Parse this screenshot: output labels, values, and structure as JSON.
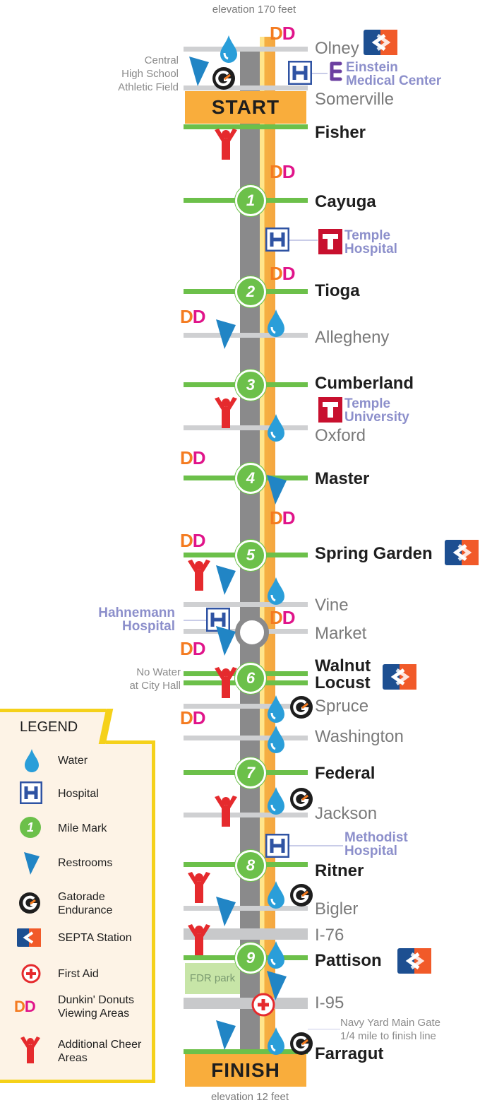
{
  "map": {
    "elevation_top": "elevation 170 feet",
    "elevation_bottom": "elevation 12 feet",
    "start_label": "START",
    "finish_label": "FINISH",
    "central_hs_label": [
      "Central",
      "High School",
      "Athletic Field"
    ],
    "einstein_label": [
      "Einstein",
      "Medical Center"
    ],
    "temple_hospital_label": [
      "Temple",
      "Hospital"
    ],
    "temple_university_label": [
      "Temple",
      "University"
    ],
    "hahnemann_label": [
      "Hahnemann",
      "Hospital"
    ],
    "no_water_label": [
      "No Water",
      "at City Hall"
    ],
    "methodist_label": [
      "Methodist",
      "Hospital"
    ],
    "navy_yard_label": [
      "Navy Yard Main Gate",
      "1/4 mile to finish line"
    ],
    "fdr_park": "FDR park",
    "streets": {
      "olney": "Olney",
      "somerville": "Somerville",
      "fisher": "Fisher",
      "cayuga": "Cayuga",
      "tioga": "Tioga",
      "allegheny": "Allegheny",
      "cumberland": "Cumberland",
      "oxford": "Oxford",
      "master": "Master",
      "spring_garden": "Spring Garden",
      "vine": "Vine",
      "market": "Market",
      "walnut": "Walnut",
      "locust": "Locust",
      "spruce": "Spruce",
      "washington": "Washington",
      "federal": "Federal",
      "jackson": "Jackson",
      "ritner": "Ritner",
      "bigler": "Bigler",
      "i76": "I-76",
      "pattison": "Pattison",
      "i95": "I-95",
      "farragut": "Farragut"
    },
    "mile_marks": [
      "1",
      "2",
      "3",
      "4",
      "5",
      "6",
      "7",
      "8",
      "9"
    ]
  },
  "legend": {
    "title": "LEGEND",
    "items": [
      {
        "label": "Water",
        "icon": "water-drop-icon"
      },
      {
        "label": "Hospital",
        "icon": "hospital-icon"
      },
      {
        "label": "Mile Mark",
        "icon": "mile-mark-icon",
        "mark": "1"
      },
      {
        "label": "Restrooms",
        "icon": "restroom-icon"
      },
      {
        "label": [
          "Gatorade",
          "Endurance"
        ],
        "icon": "gatorade-icon"
      },
      {
        "label": "SEPTA Station",
        "icon": "septa-icon"
      },
      {
        "label": "First Aid",
        "icon": "first-aid-icon"
      },
      {
        "label": [
          "Dunkin' Donuts",
          "Viewing Areas"
        ],
        "icon": "dunkin-donuts-icon"
      },
      {
        "label": [
          "Additional Cheer",
          "Areas"
        ],
        "icon": "cheer-icon"
      }
    ]
  },
  "colors": {
    "route_gray": "#8a8a8b",
    "route_orange": "#f5a640",
    "major_street_green": "#6cc04a",
    "start_finish_orange": "#f9ad3c",
    "water_blue": "#2a9ed9",
    "hospital_blue": "#2f53a3",
    "restroom_blue": "#2185c5",
    "septa_blue": "#1d4f91",
    "septa_orange": "#f15a29",
    "cheer_red": "#e52a2d",
    "temple_red": "#c8102e",
    "einstein_purple": "#6b3fa0",
    "dd_orange": "#f47b20",
    "dd_pink": "#e0148a",
    "legend_border": "#f5d11a"
  }
}
